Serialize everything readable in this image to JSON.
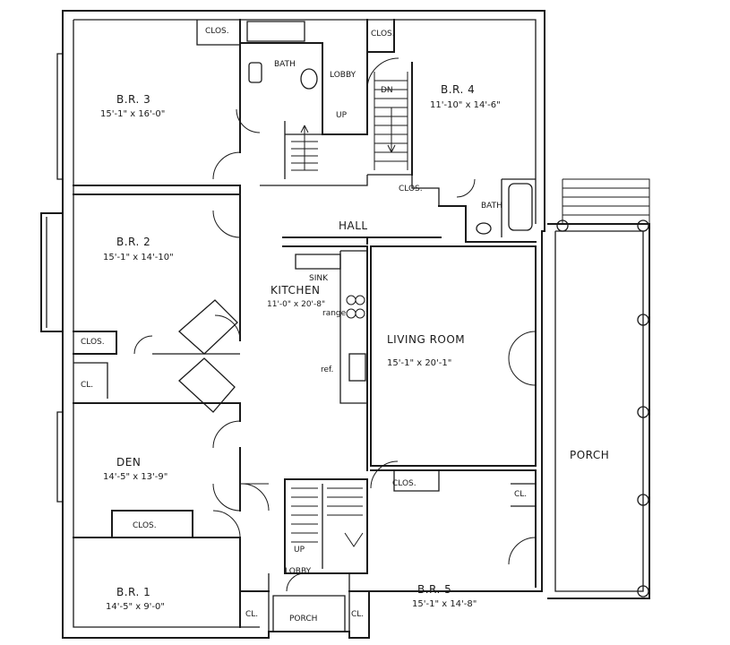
{
  "rooms": {
    "br3": {
      "name": "B.R. 3",
      "dims": "15'-1\" x 16'-0\""
    },
    "br4": {
      "name": "B.R. 4",
      "dims": "11'-10\" x 14'-6\""
    },
    "br2": {
      "name": "B.R. 2",
      "dims": "15'-1\" x 14'-10\""
    },
    "kitchen": {
      "name": "KITCHEN",
      "dims": "11'-0\" x 20'-8\""
    },
    "living": {
      "name": "LIVING ROOM",
      "dims": "15'-1\" x 20'-1\""
    },
    "den": {
      "name": "DEN",
      "dims": "14'-5\" x 13'-9\""
    },
    "br1": {
      "name": "B.R. 1",
      "dims": "14'-5\" x 9'-0\""
    },
    "br5": {
      "name": "B.R. 5",
      "dims": "15'-1\" x 14'-8\""
    }
  },
  "labels": {
    "clos": "CLOS.",
    "cl": "CL.",
    "bath": "BATH",
    "lobby": "LOBBY",
    "hall": "HALL",
    "up": "UP",
    "dn": "DN",
    "porch": "PORCH",
    "sink": "SINK",
    "range": "range",
    "ref": "ref."
  }
}
